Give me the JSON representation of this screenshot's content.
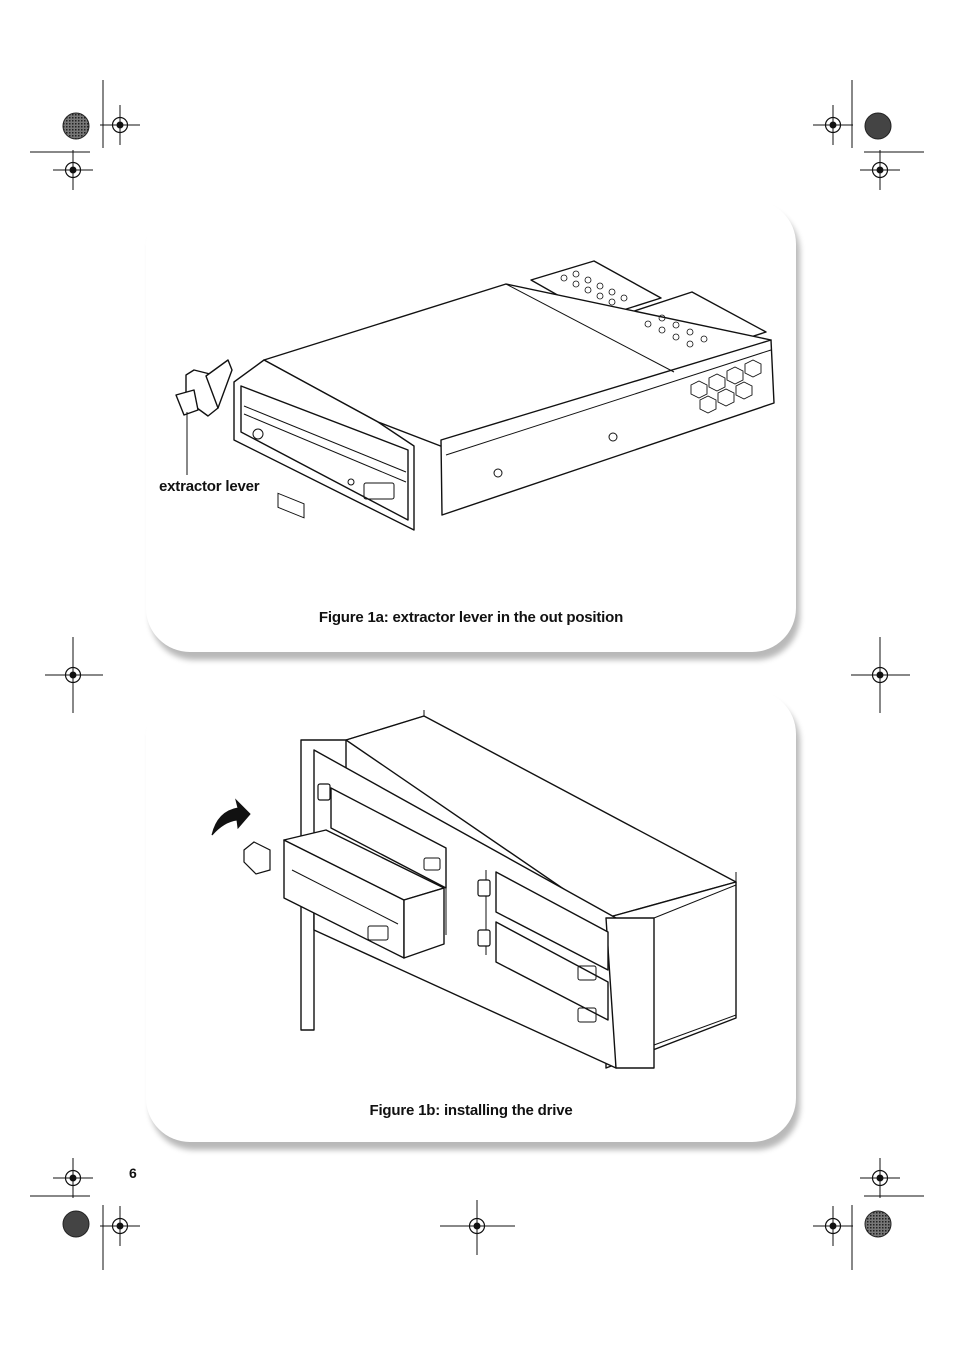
{
  "figure_a": {
    "caption": "Figure 1a: extractor lever in the out position",
    "callout_label": "extractor lever"
  },
  "figure_b": {
    "caption": "Figure 1b: installing the drive"
  },
  "page_number": "6"
}
